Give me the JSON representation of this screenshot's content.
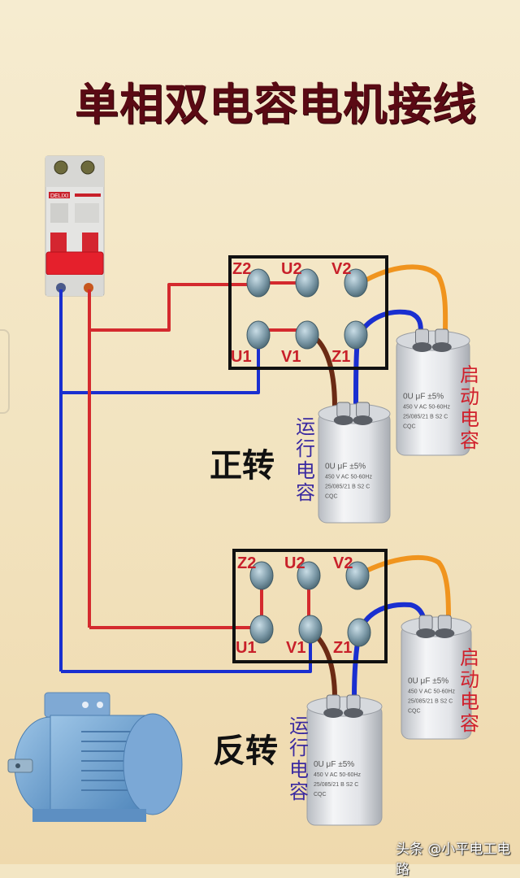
{
  "title": "单相双电容电机接线",
  "breaker": {
    "brand": "DELIXI"
  },
  "sections": [
    {
      "direction_label": "正转",
      "terminals": [
        "Z2",
        "U2",
        "V2",
        "U1",
        "V1",
        "Z1"
      ],
      "run_capacitor_label": [
        "运",
        "行",
        "电",
        "容"
      ],
      "start_capacitor_label": [
        "启",
        "动",
        "电",
        "容"
      ]
    },
    {
      "direction_label": "反转",
      "terminals": [
        "Z2",
        "U2",
        "V2",
        "U1",
        "V1",
        "Z1"
      ],
      "run_capacitor_label": [
        "运",
        "行",
        "电",
        "容"
      ],
      "start_capacitor_label": [
        "启",
        "动",
        "电",
        "容"
      ]
    }
  ],
  "capacitor_print": {
    "line1": "0U μF ±5%",
    "line2": "450 V AC   50-60Hz",
    "line3": "25/085/21 B S2 C",
    "line4": "CQC"
  },
  "colors": {
    "live_wire": "#d42a2e",
    "neutral_wire": "#1a2fd0",
    "run_cap_wire": "#6b2a14",
    "start_cap_wire": "#f0941e",
    "box_border": "#111111",
    "label_red": "#c8202a",
    "run_label": "#3a2aa0"
  },
  "watermark": "头条 @小平电工电路"
}
